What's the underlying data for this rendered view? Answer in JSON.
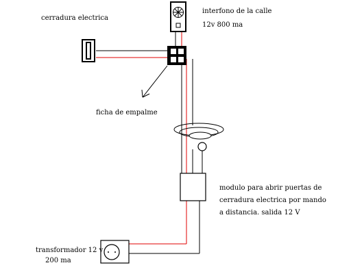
{
  "labels": {
    "lock": "cerradura electrica",
    "intercom_line1": "interfono de la calle",
    "intercom_line2": "12v  800 ma",
    "junction": "ficha de empalme",
    "module_line1": "modulo para abrir puertas de",
    "module_line2": "cerradura electrica por mando",
    "module_line3": "a distancia. salida 12 V",
    "transformer_line1": "transformador 12 v",
    "transformer_line2": "200 ma"
  },
  "colors": {
    "wire": "#000000",
    "wire_red": "#e00000",
    "background": "#ffffff"
  }
}
